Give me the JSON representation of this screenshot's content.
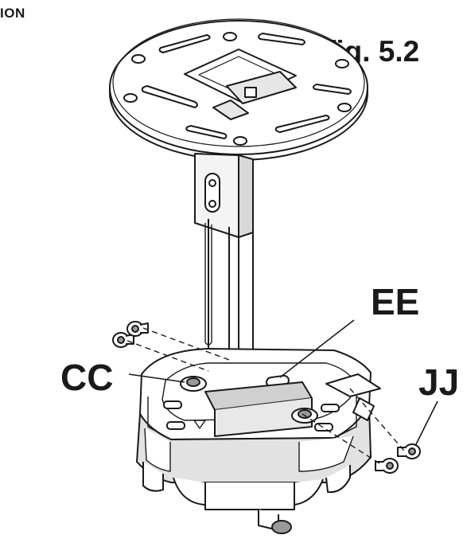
{
  "header": {
    "section_title": "ION"
  },
  "figure": {
    "label": "fig. 5.2"
  },
  "callouts": [
    {
      "id": "CC",
      "text": "CC"
    },
    {
      "id": "EE",
      "text": "EE"
    },
    {
      "id": "JJ",
      "text": "JJ"
    }
  ],
  "colors": {
    "line": "#1a1a1a",
    "fill": "#ffffff",
    "shade": "#d8d8d8",
    "dark": "#9a9a9a"
  }
}
